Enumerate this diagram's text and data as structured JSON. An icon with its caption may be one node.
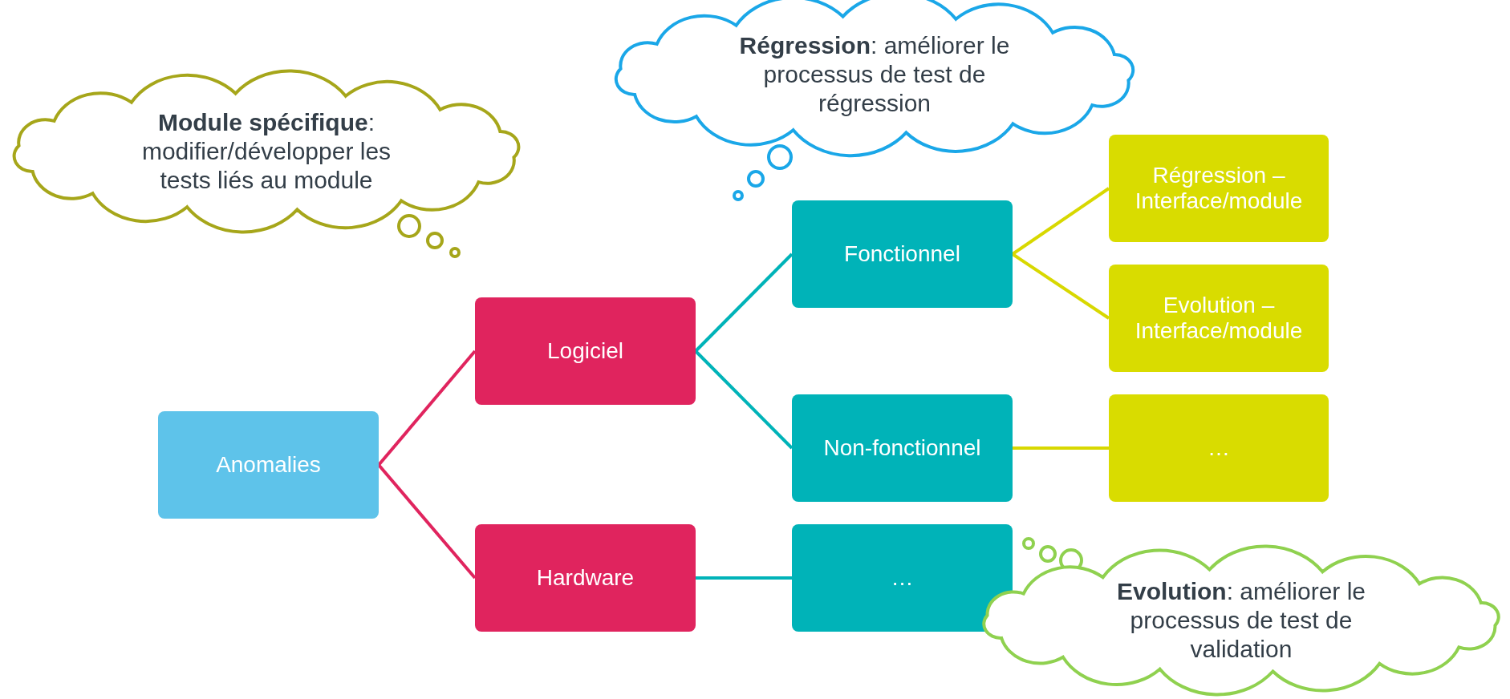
{
  "diagram": {
    "nodes": [
      {
        "text": [
          "Anomalies"
        ]
      },
      {
        "text": [
          "Logiciel"
        ]
      },
      {
        "text": [
          "Hardware"
        ]
      },
      {
        "text": [
          "Fonctionnel"
        ]
      },
      {
        "text": [
          "Non-fonctionnel"
        ]
      },
      {
        "text": [
          "…"
        ]
      },
      {
        "text": [
          "Régression – Interface/module"
        ]
      },
      {
        "text": [
          "Evolution – Interface/module"
        ]
      },
      {
        "text": [
          "…"
        ]
      },
      {
        "text": [
          "**Module spécifique**: modifier/développer les tests liés au module"
        ]
      },
      {
        "text": [
          "**Régression**: améliorer le processus de test de régression"
        ]
      },
      {
        "text": [
          "**Evolution**: améliorer le processus de test de validation"
        ]
      }
    ],
    "edges": [
      {
        "from": 0,
        "to": 1,
        "arrow": "none",
        "color": "#e0245e"
      },
      {
        "from": 0,
        "to": 2,
        "arrow": "none",
        "color": "#e0245e"
      },
      {
        "from": 1,
        "to": 3,
        "arrow": "none"
      },
      {
        "from": 1,
        "to": 4,
        "arrow": "none"
      },
      {
        "from": 2,
        "to": 5,
        "arrow": "none"
      },
      {
        "from": 3,
        "to": 6,
        "arrow": "none",
        "color": "#d8d800"
      },
      {
        "from": 3,
        "to": 7,
        "arrow": "none",
        "color": "#d8d800"
      },
      {
        "from": 4,
        "to": 8,
        "arrow": "none",
        "color": "#d8d800"
      }
    ]
  }
}
